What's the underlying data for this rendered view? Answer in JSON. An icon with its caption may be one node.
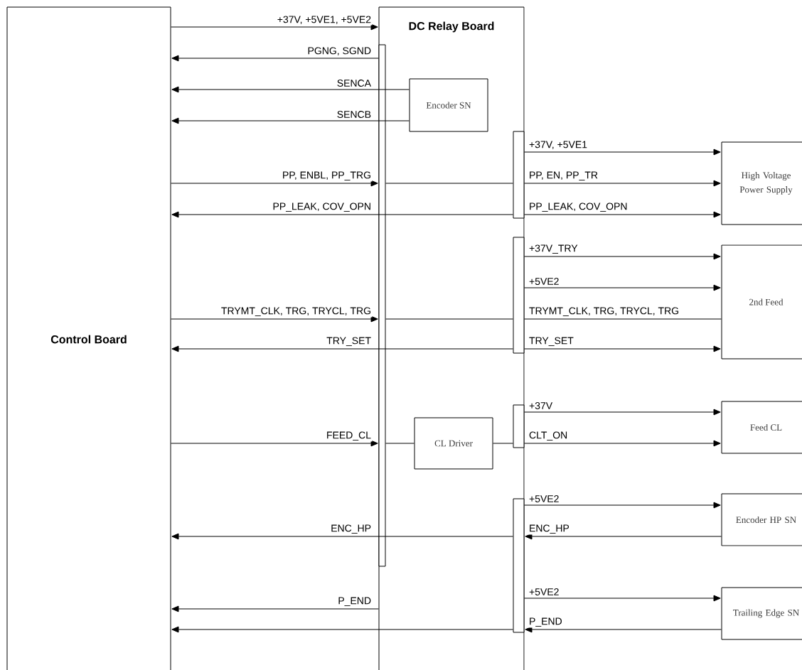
{
  "diagram": {
    "nodes": [
      {
        "text": [
          "Control Board"
        ]
      },
      {
        "text": [
          "DC Relay Board"
        ]
      },
      {
        "text": [],
        "shape": "bar",
        "in": 1
      },
      {
        "text": [
          "Encoder SN"
        ],
        "in": 1
      },
      {
        "text": [],
        "shape": "bar",
        "in": 1
      },
      {
        "text": [],
        "shape": "bar",
        "in": 1
      },
      {
        "text": [
          "CL Driver"
        ],
        "in": 1
      },
      {
        "text": [],
        "shape": "bar",
        "in": 1
      },
      {
        "text": [],
        "shape": "bar",
        "in": 1
      },
      {
        "text": [
          "High Voltage Power Supply"
        ]
      },
      {
        "text": [
          "2nd Feed"
        ]
      },
      {
        "text": [
          "Feed CL"
        ]
      },
      {
        "text": [
          "Encoder HP SN"
        ]
      },
      {
        "text": [
          "Trailing Edge SN"
        ]
      }
    ],
    "edges": [
      {
        "from": 0,
        "to": 1,
        "arrow": "to",
        "label": "+37V, +5VE1, +5VE2"
      },
      {
        "from": 2,
        "to": 0,
        "arrow": "to",
        "label": "PGNG, SGND"
      },
      {
        "from": 3,
        "to": 0,
        "arrow": "to",
        "label": "SENCA"
      },
      {
        "from": 3,
        "to": 0,
        "arrow": "to",
        "label": "SENCB"
      },
      {
        "from": 4,
        "to": 9,
        "arrow": "to",
        "label": "+37V, +5VE1"
      },
      {
        "from": 0,
        "to": 2,
        "arrow": "to",
        "label": "PP, ENBL, PP_TRG"
      },
      {
        "from": 2,
        "to": 4,
        "arrow": "none"
      },
      {
        "from": 4,
        "to": 9,
        "arrow": "to",
        "label": "PP, EN, PP_TR"
      },
      {
        "from": 4,
        "to": 0,
        "arrow": "to",
        "label": "PP_LEAK, COV_OPN"
      },
      {
        "from": 4,
        "to": 9,
        "arrow": "to",
        "label": "PP_LEAK, COV_OPN"
      },
      {
        "from": 5,
        "to": 10,
        "arrow": "to",
        "label": "+37V_TRY"
      },
      {
        "from": 5,
        "to": 10,
        "arrow": "to",
        "label": "+5VE2"
      },
      {
        "from": 0,
        "to": 2,
        "arrow": "to",
        "label": "TRYMT_CLK, TRG, TRYCL, TRG"
      },
      {
        "from": 2,
        "to": 5,
        "arrow": "none"
      },
      {
        "from": 5,
        "to": 10,
        "arrow": "none",
        "label": "TRYMT_CLK, TRG, TRYCL, TRG"
      },
      {
        "from": 5,
        "to": 0,
        "arrow": "to",
        "label": "TRY_SET"
      },
      {
        "from": 5,
        "to": 10,
        "arrow": "to",
        "label": "TRY_SET"
      },
      {
        "from": 7,
        "to": 11,
        "arrow": "to",
        "label": "+37V"
      },
      {
        "from": 0,
        "to": 2,
        "arrow": "to",
        "label": "FEED_CL"
      },
      {
        "from": 2,
        "to": 6,
        "arrow": "none"
      },
      {
        "from": 6,
        "to": 7,
        "arrow": "none"
      },
      {
        "from": 7,
        "to": 11,
        "arrow": "to",
        "label": "CLT_ON"
      },
      {
        "from": 8,
        "to": 12,
        "arrow": "to",
        "label": "+5VE2"
      },
      {
        "from": 8,
        "to": 0,
        "arrow": "to",
        "label": "ENC_HP"
      },
      {
        "from": 12,
        "to": 8,
        "arrow": "to",
        "label": "ENC_HP"
      },
      {
        "from": 8,
        "to": 13,
        "arrow": "to",
        "label": "+5VE2"
      },
      {
        "from": 1,
        "to": 0,
        "arrow": "to",
        "label": "P_END"
      },
      {
        "from": 13,
        "to": 8,
        "arrow": "to",
        "label": "P_END"
      },
      {
        "from": 8,
        "to": 0,
        "arrow": "to"
      }
    ]
  }
}
